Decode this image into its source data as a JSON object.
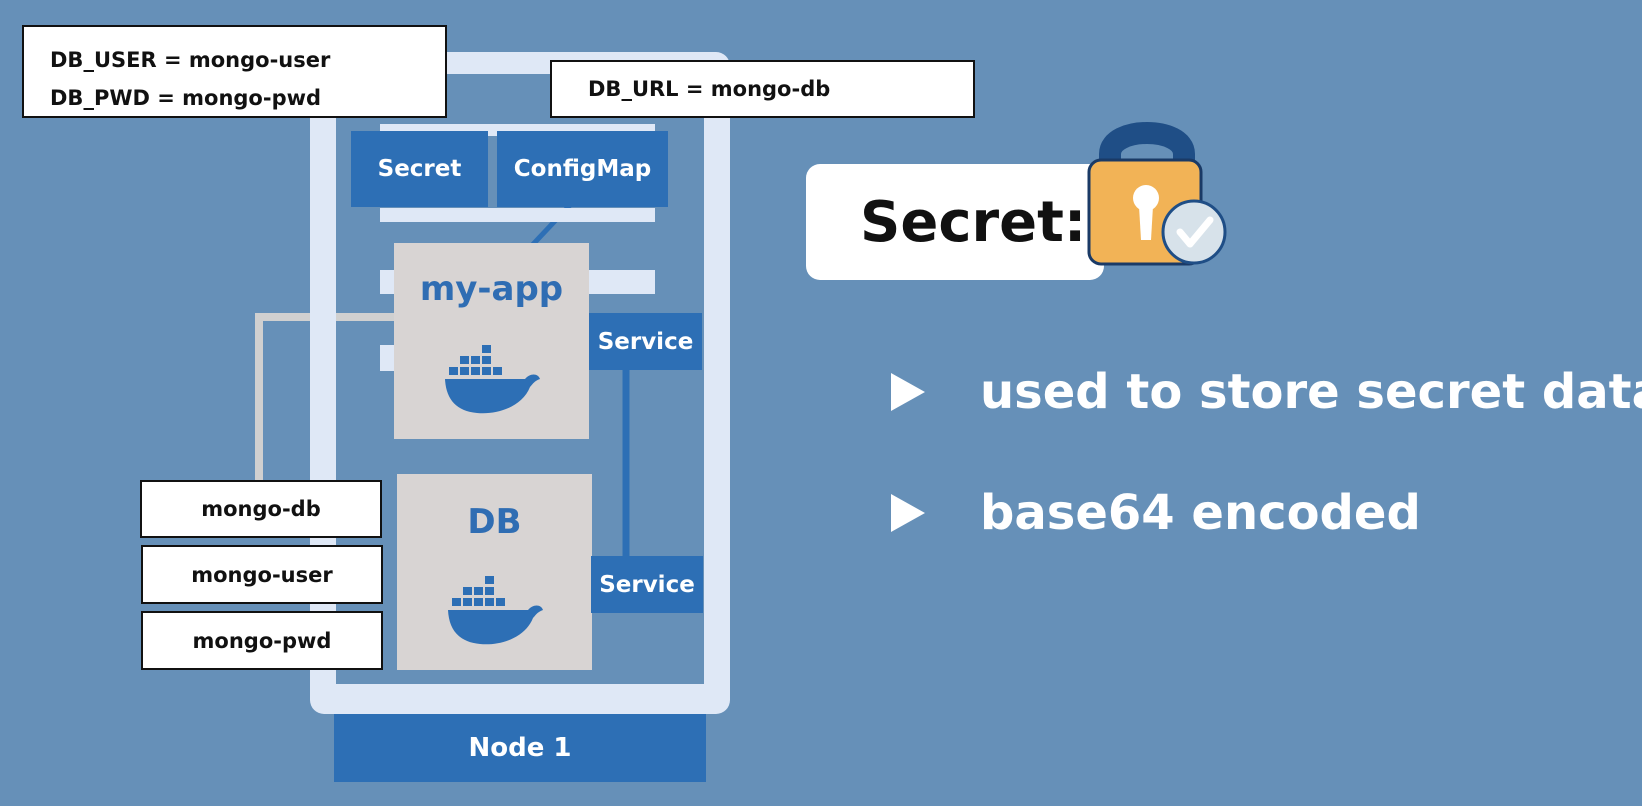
{
  "env_box": {
    "line1": "DB_USER = mongo-user",
    "line2": "DB_PWD = mongo-pwd"
  },
  "url_box": {
    "text": "DB_URL = mongo-db"
  },
  "secret_tag": "Secret",
  "configmap_tag": "ConfigMap",
  "app_pod": {
    "title": "my-app",
    "icon": "docker-whale-icon"
  },
  "db_pod": {
    "title": "DB",
    "icon": "docker-whale-icon"
  },
  "services": [
    "Service",
    "Service"
  ],
  "value_boxes": [
    "mongo-db",
    "mongo-user",
    "mongo-pwd"
  ],
  "node_label": "Node 1",
  "heading": {
    "text": "Secret:",
    "icon": "padlock-check-icon"
  },
  "bullets": [
    "used to store secret data",
    "base64 encoded"
  ],
  "colors": {
    "background": "#6690b8",
    "accent_blue": "#2d6fb5",
    "pod_gray": "#d8d4d3",
    "lock_orange": "#f2b356",
    "lock_shackle": "#1f4e86"
  }
}
